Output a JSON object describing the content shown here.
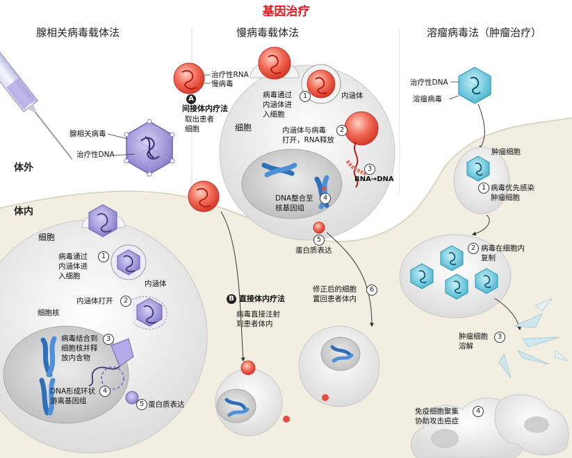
{
  "title": "基因治疗",
  "columns": {
    "aav": "腺相关病毒载体法",
    "lenti": "慢病毒载体法",
    "onco": "溶瘤病毒法（肿瘤治疗）"
  },
  "regions": {
    "outside": "体外",
    "inside": "体内"
  },
  "aav": {
    "virus_label": "腺相关病毒",
    "dna_label": "治疗性DNA",
    "cell_label": "细胞",
    "nucleus_label": "细胞核",
    "endosome_label": "内涵体",
    "steps": [
      {
        "n": "1",
        "text": "病毒通过\n内涵体进\n入细胞"
      },
      {
        "n": "2",
        "text": "内涵体打开"
      },
      {
        "n": "3",
        "text": "病毒结合到\n细胞核并释\n放内含物"
      },
      {
        "n": "4",
        "text": "DNA形成环状\n游离基因组"
      },
      {
        "n": "5",
        "text": "蛋白质表达"
      }
    ]
  },
  "lenti": {
    "rna_label": "治疗性RNA",
    "virus_label": "慢病毒",
    "indirect": {
      "badge": "A",
      "title": "间接体内疗法",
      "text": "取出患者\n细胞"
    },
    "cell_label": "细胞",
    "endosome_label": "内涵体",
    "rna_dna": "RNA→DNA",
    "steps": [
      {
        "n": "1",
        "text": "病毒通过\n内涵体进\n入细胞"
      },
      {
        "n": "2",
        "text": "内涵体与病毒\n打开，RNA释放"
      },
      {
        "n": "3",
        "text": ""
      },
      {
        "n": "4",
        "text": "DNA整合至\n核基因组"
      },
      {
        "n": "5",
        "text": "蛋白质表达"
      },
      {
        "n": "6",
        "text": "修正后的细胞\n置回患者体内"
      }
    ],
    "direct": {
      "badge": "B",
      "title": "直接体内疗法",
      "text": "病毒直接注射\n到患者体内"
    }
  },
  "onco": {
    "dna_label": "治疗性DNA",
    "virus_label": "溶瘤病毒",
    "tumor_cell_label": "肿瘤细胞",
    "steps": [
      {
        "n": "1",
        "text": "病毒优先感染\n肿瘤细胞"
      },
      {
        "n": "2",
        "text": "病毒在细胞内\n复制"
      },
      {
        "n": "3",
        "text": "肿瘤细胞\n溶解"
      },
      {
        "n": "4",
        "text": "免疫细胞聚集\n协助攻击癌症"
      }
    ]
  },
  "colors": {
    "title_red": "#e8141c",
    "virus_red": "#e94b3c",
    "aav_purple": "#8a7fd0",
    "onco_teal": "#49b7d0",
    "chrom_blue": "#2e6fb8"
  }
}
